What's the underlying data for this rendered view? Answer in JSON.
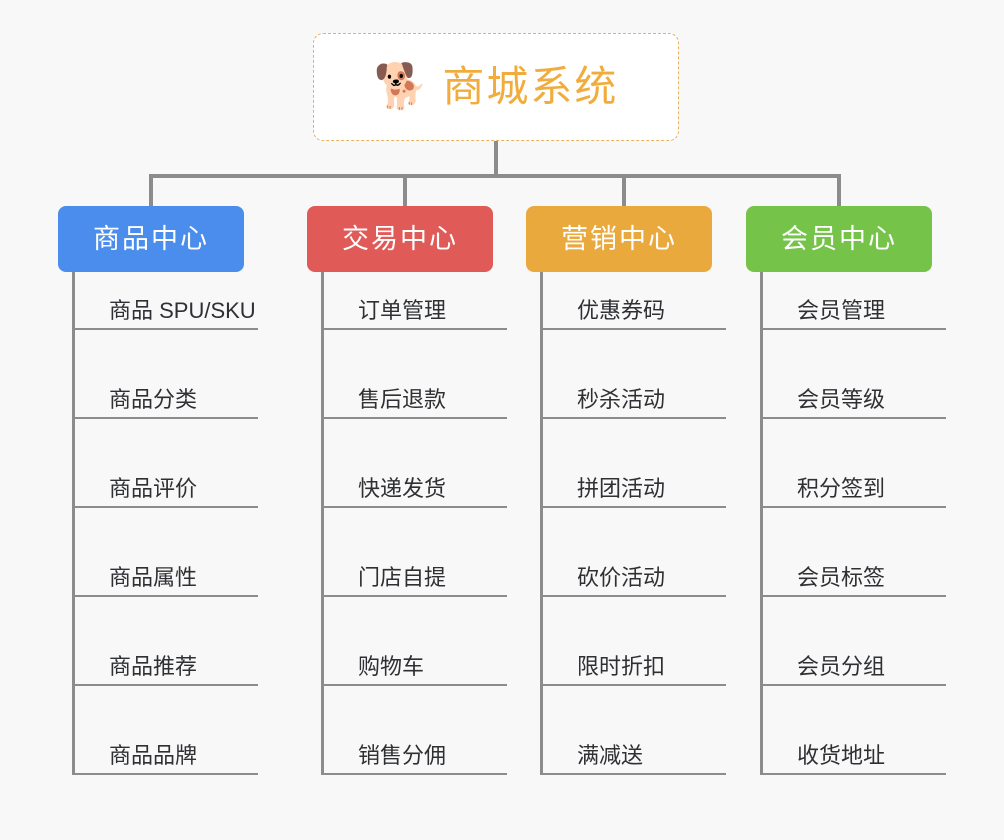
{
  "diagram": {
    "type": "org-tree",
    "background_color": "#f8f8f8",
    "connector_color": "#8c8c8c",
    "root": {
      "title": "商城系统",
      "icon": "shiba-dog-face-emoji",
      "emoji": "🐕",
      "text_color": "#f0ad3e",
      "border_color": "#e8b25c",
      "background_color": "#ffffff"
    },
    "columns": [
      {
        "label": "商品中心",
        "color": "#4a8ded",
        "items": [
          "商品 SPU/SKU",
          "商品分类",
          "商品评价",
          "商品属性",
          "商品推荐",
          "商品品牌"
        ]
      },
      {
        "label": "交易中心",
        "color": "#e05a58",
        "items": [
          "订单管理",
          "售后退款",
          "快递发货",
          "门店自提",
          "购物车",
          "销售分佣"
        ]
      },
      {
        "label": "营销中心",
        "color": "#eaa93c",
        "items": [
          "优惠券码",
          "秒杀活动",
          "拼团活动",
          "砍价活动",
          "限时折扣",
          "满减送"
        ]
      },
      {
        "label": "会员中心",
        "color": "#76c34a",
        "items": [
          "会员管理",
          "会员等级",
          "积分签到",
          "会员标签",
          "会员分组",
          "收货地址"
        ]
      }
    ]
  }
}
